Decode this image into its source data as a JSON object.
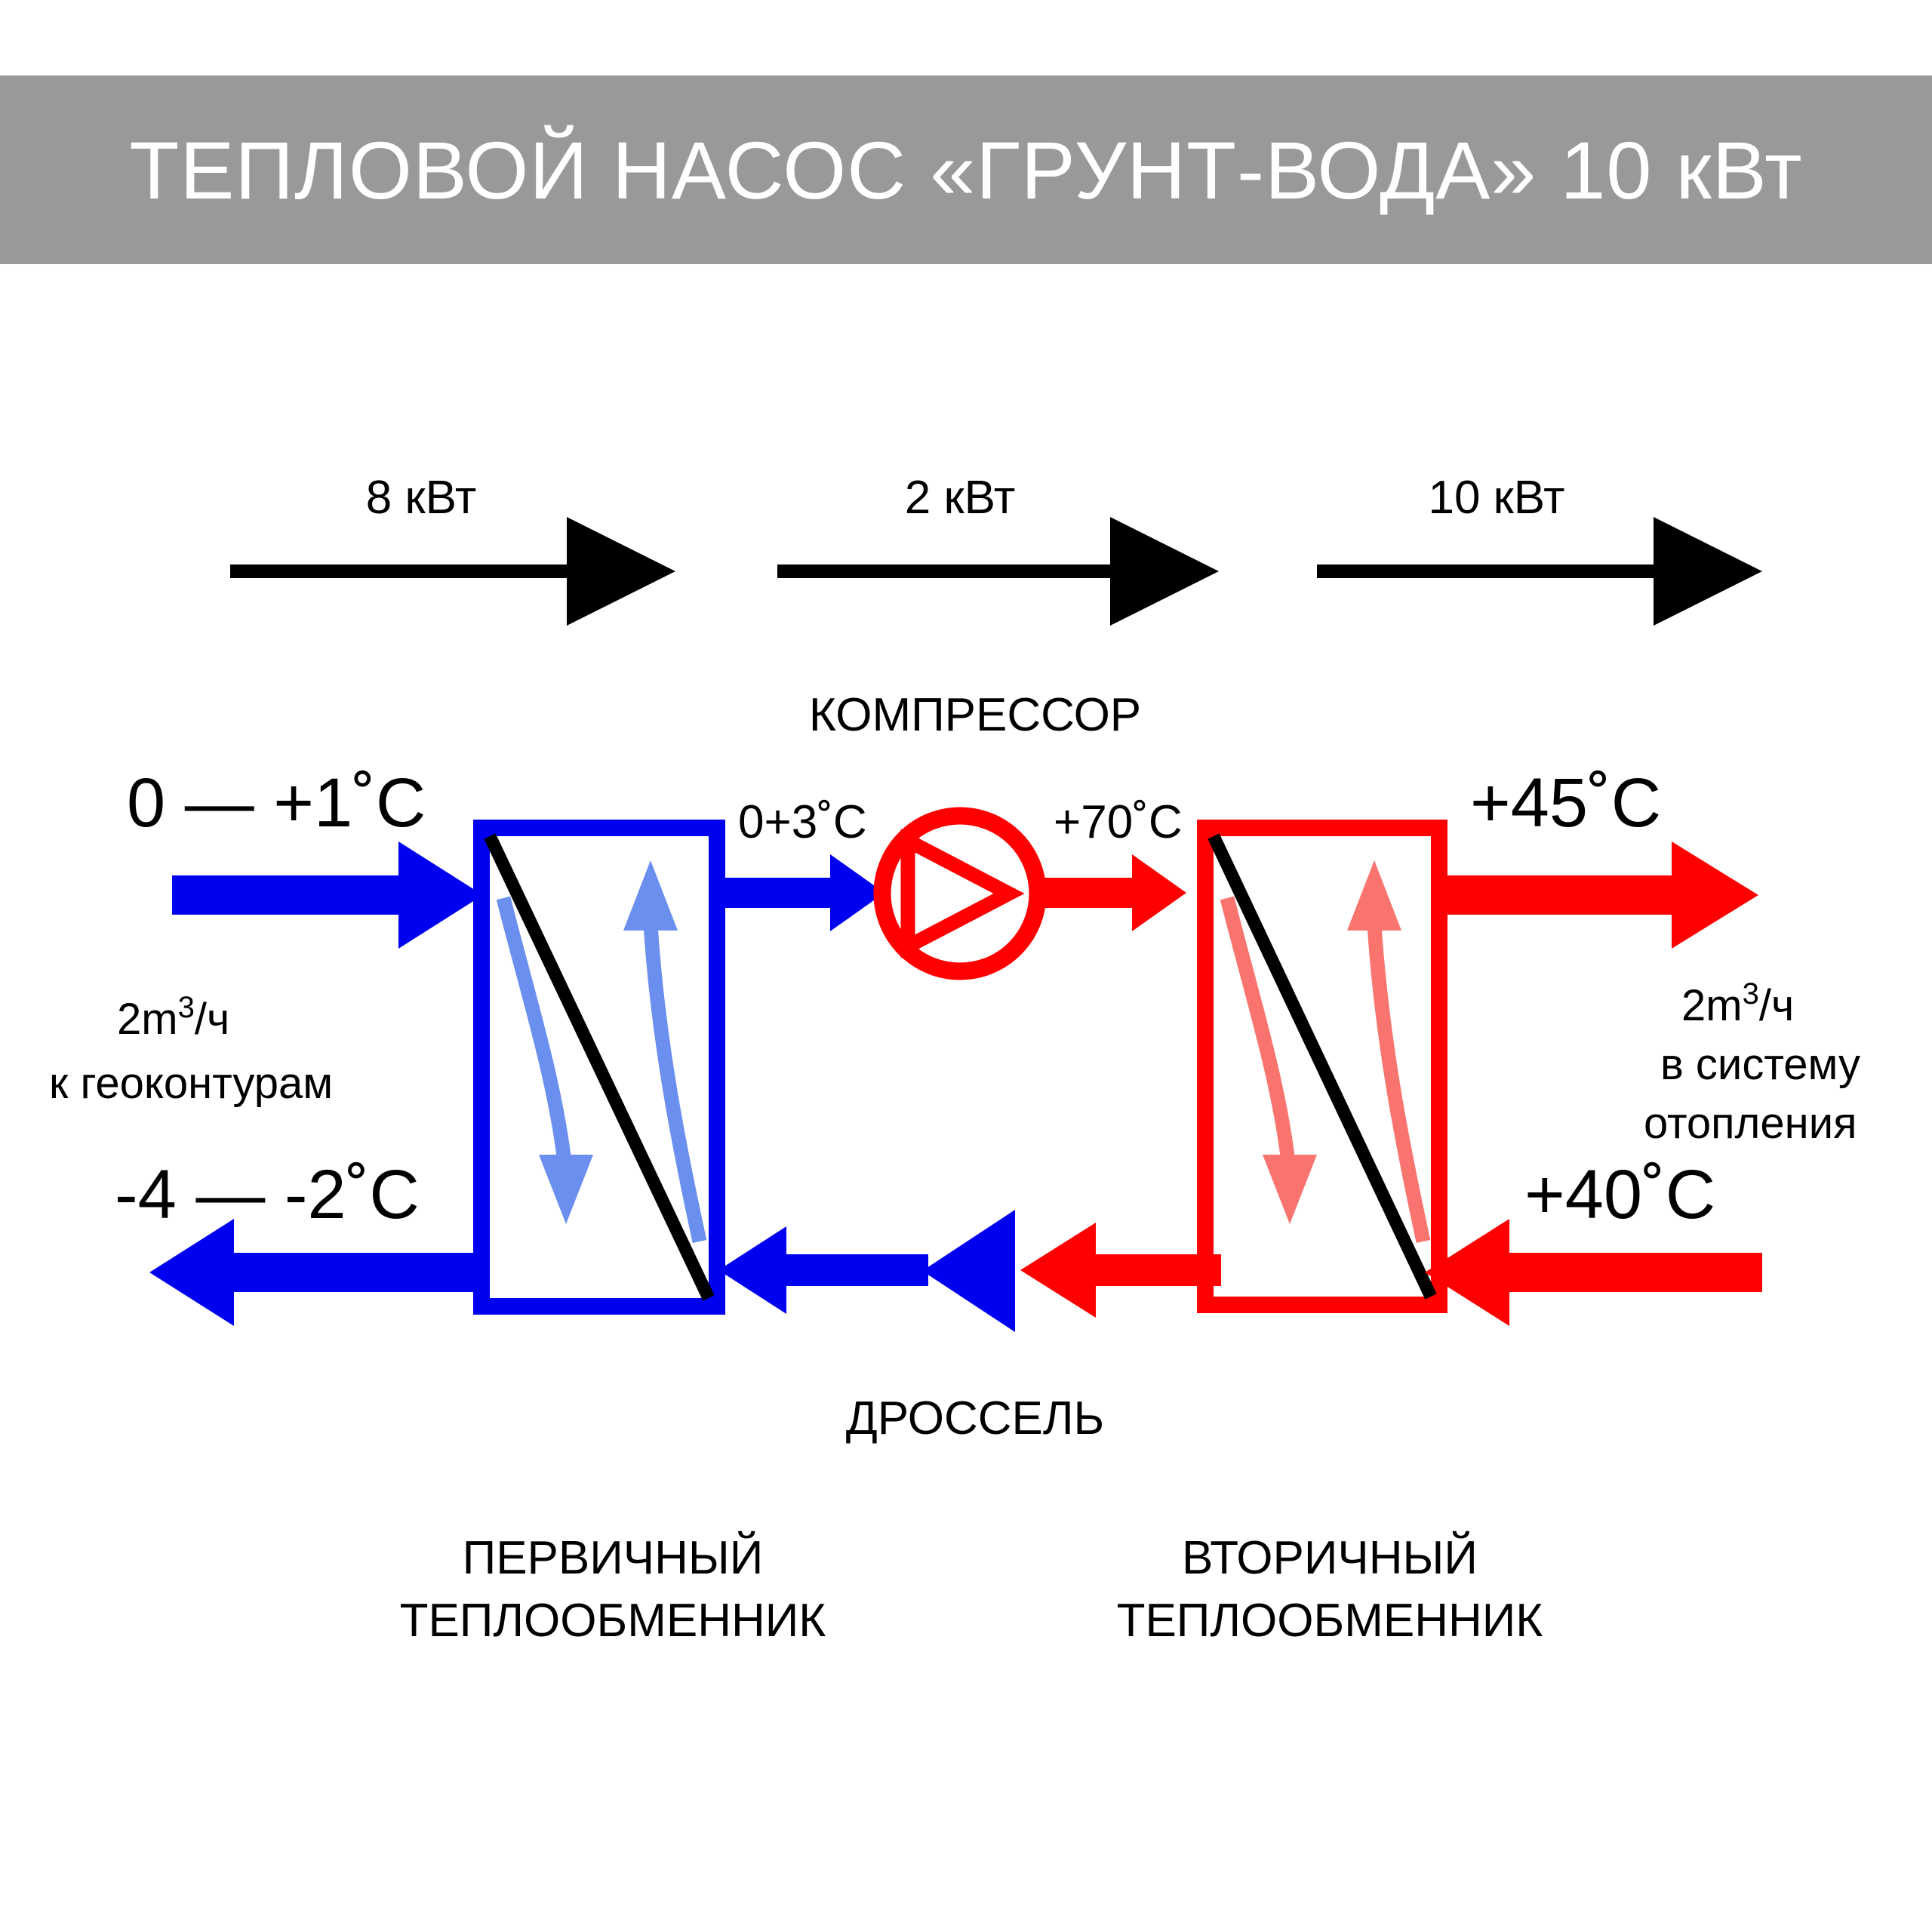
{
  "header": {
    "title": "ТЕПЛОВОЙ НАСОС «ГРУНТ-ВОДА» 10 кВт",
    "background_color": "#999999",
    "text_color": "#ffffff"
  },
  "colors": {
    "cold": "#0000F0",
    "cold_light": "#6B8FEE",
    "hot": "#FF0000",
    "hot_light": "#F9746E",
    "line": "#000000",
    "banner": "#999999"
  },
  "power_arrows": [
    {
      "label": "8 кВт"
    },
    {
      "label": "2 кВт"
    },
    {
      "label": "10 кВт"
    }
  ],
  "components": {
    "compressor_label": "КОМПРЕССОР",
    "throttle_label": "ДРОССЕЛЬ",
    "primary_exchanger_line1": "ПЕРВИЧНЫЙ",
    "primary_exchanger_line2": "ТЕПЛООБМЕННИК",
    "secondary_exchanger_line1": "ВТОРИЧНЫЙ",
    "secondary_exchanger_line2": "ТЕПЛООБМЕННИК"
  },
  "temperatures": {
    "ground_in": "0 — +1˚C",
    "ground_out": "-4 — -2˚C",
    "evap_out": "0+3˚C",
    "compressor_out": "+70˚C",
    "heating_out": "+45˚C",
    "heating_in": "+40˚C"
  },
  "flows": {
    "left_rate_value": "2m",
    "left_rate_sup": "3",
    "left_rate_tail": "/ч",
    "left_destination": "к геоконтурам",
    "right_rate_value": "2m",
    "right_rate_sup": "3",
    "right_rate_tail": "/ч",
    "right_destination_line1": "в систему",
    "right_destination_line2": "отопления"
  }
}
